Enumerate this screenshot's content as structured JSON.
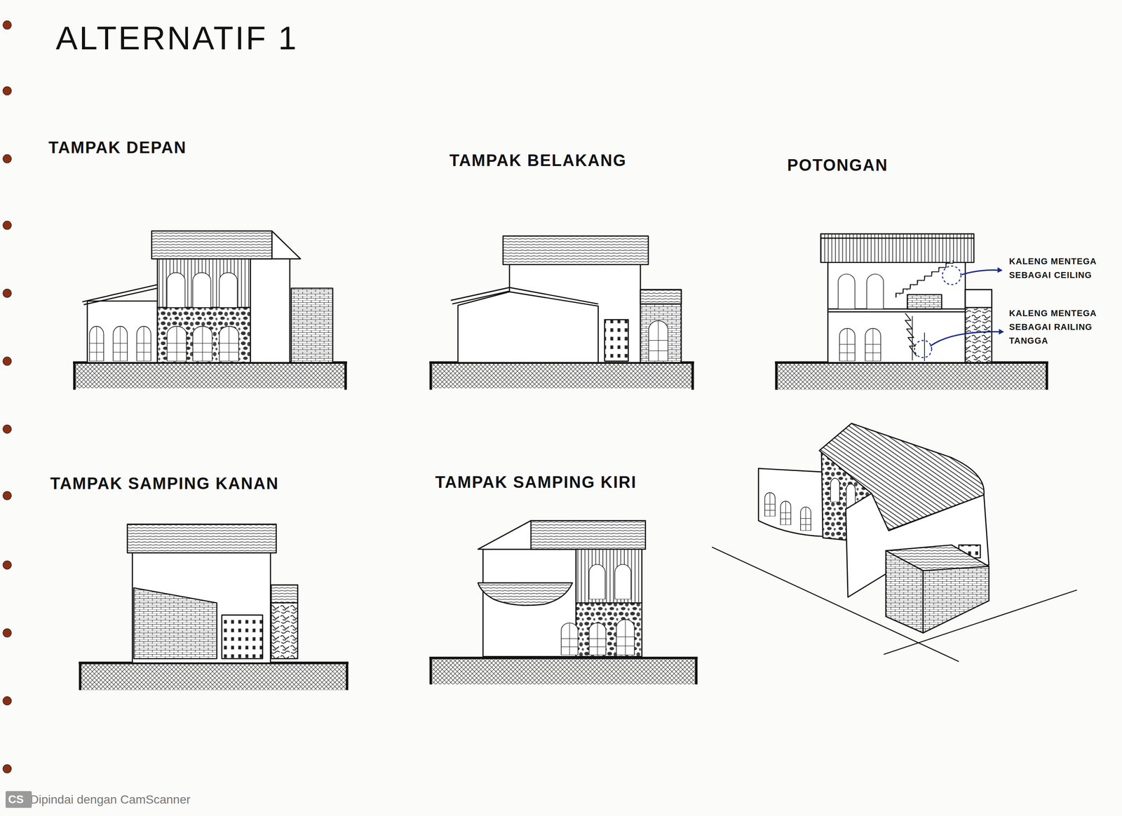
{
  "diagram": {
    "title": "ALTERNATIF 1",
    "nodes": [
      {
        "text": [
          "CS"
        ]
      }
    ],
    "labels": [
      "TAMPAK DEPAN",
      "TAMPAK BELAKANG",
      "POTONGAN",
      "KALENG MENTEGA SEBAGAI CEILING",
      "KALENG MENTEGA SEBAGAI RAILING TANGGA",
      "TAMPAK SAMPING KANAN",
      "TAMPAK SAMPING KIRI",
      "Dipindai dengan CamScanner"
    ]
  }
}
